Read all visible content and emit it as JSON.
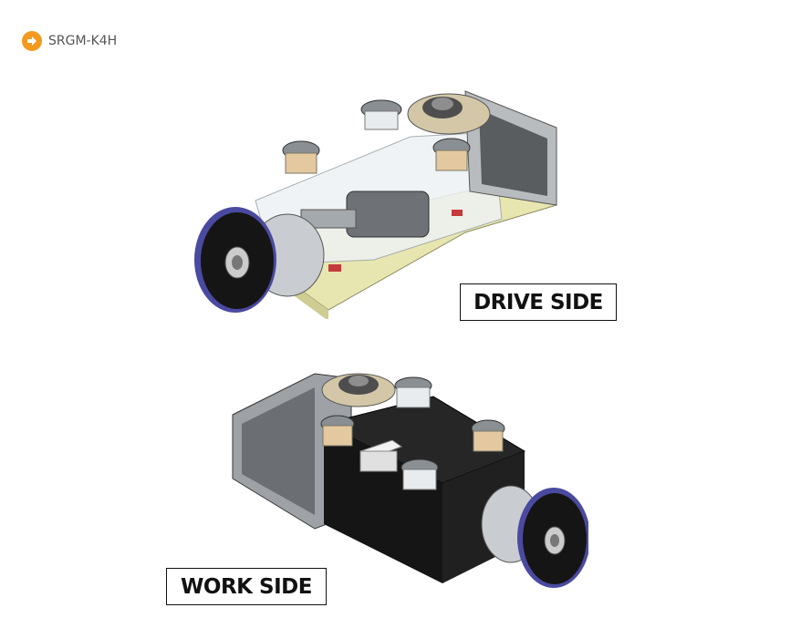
{
  "header": {
    "model_name": "SRGM-K4H",
    "badge_icon": "arrow-right-circle-icon",
    "accent_color": "#F39A1E"
  },
  "views": [
    {
      "label": "DRIVE SIDE",
      "illustration_icon": "drive-side-assembly-render"
    },
    {
      "label": "WORK SIDE",
      "illustration_icon": "work-side-assembly-render"
    }
  ],
  "colors": {
    "plate_yellow": "#E8E6B0",
    "body_black": "#151515",
    "hub_purple": "#4A4AA0",
    "bearing_tan": "#E4C9A0"
  }
}
